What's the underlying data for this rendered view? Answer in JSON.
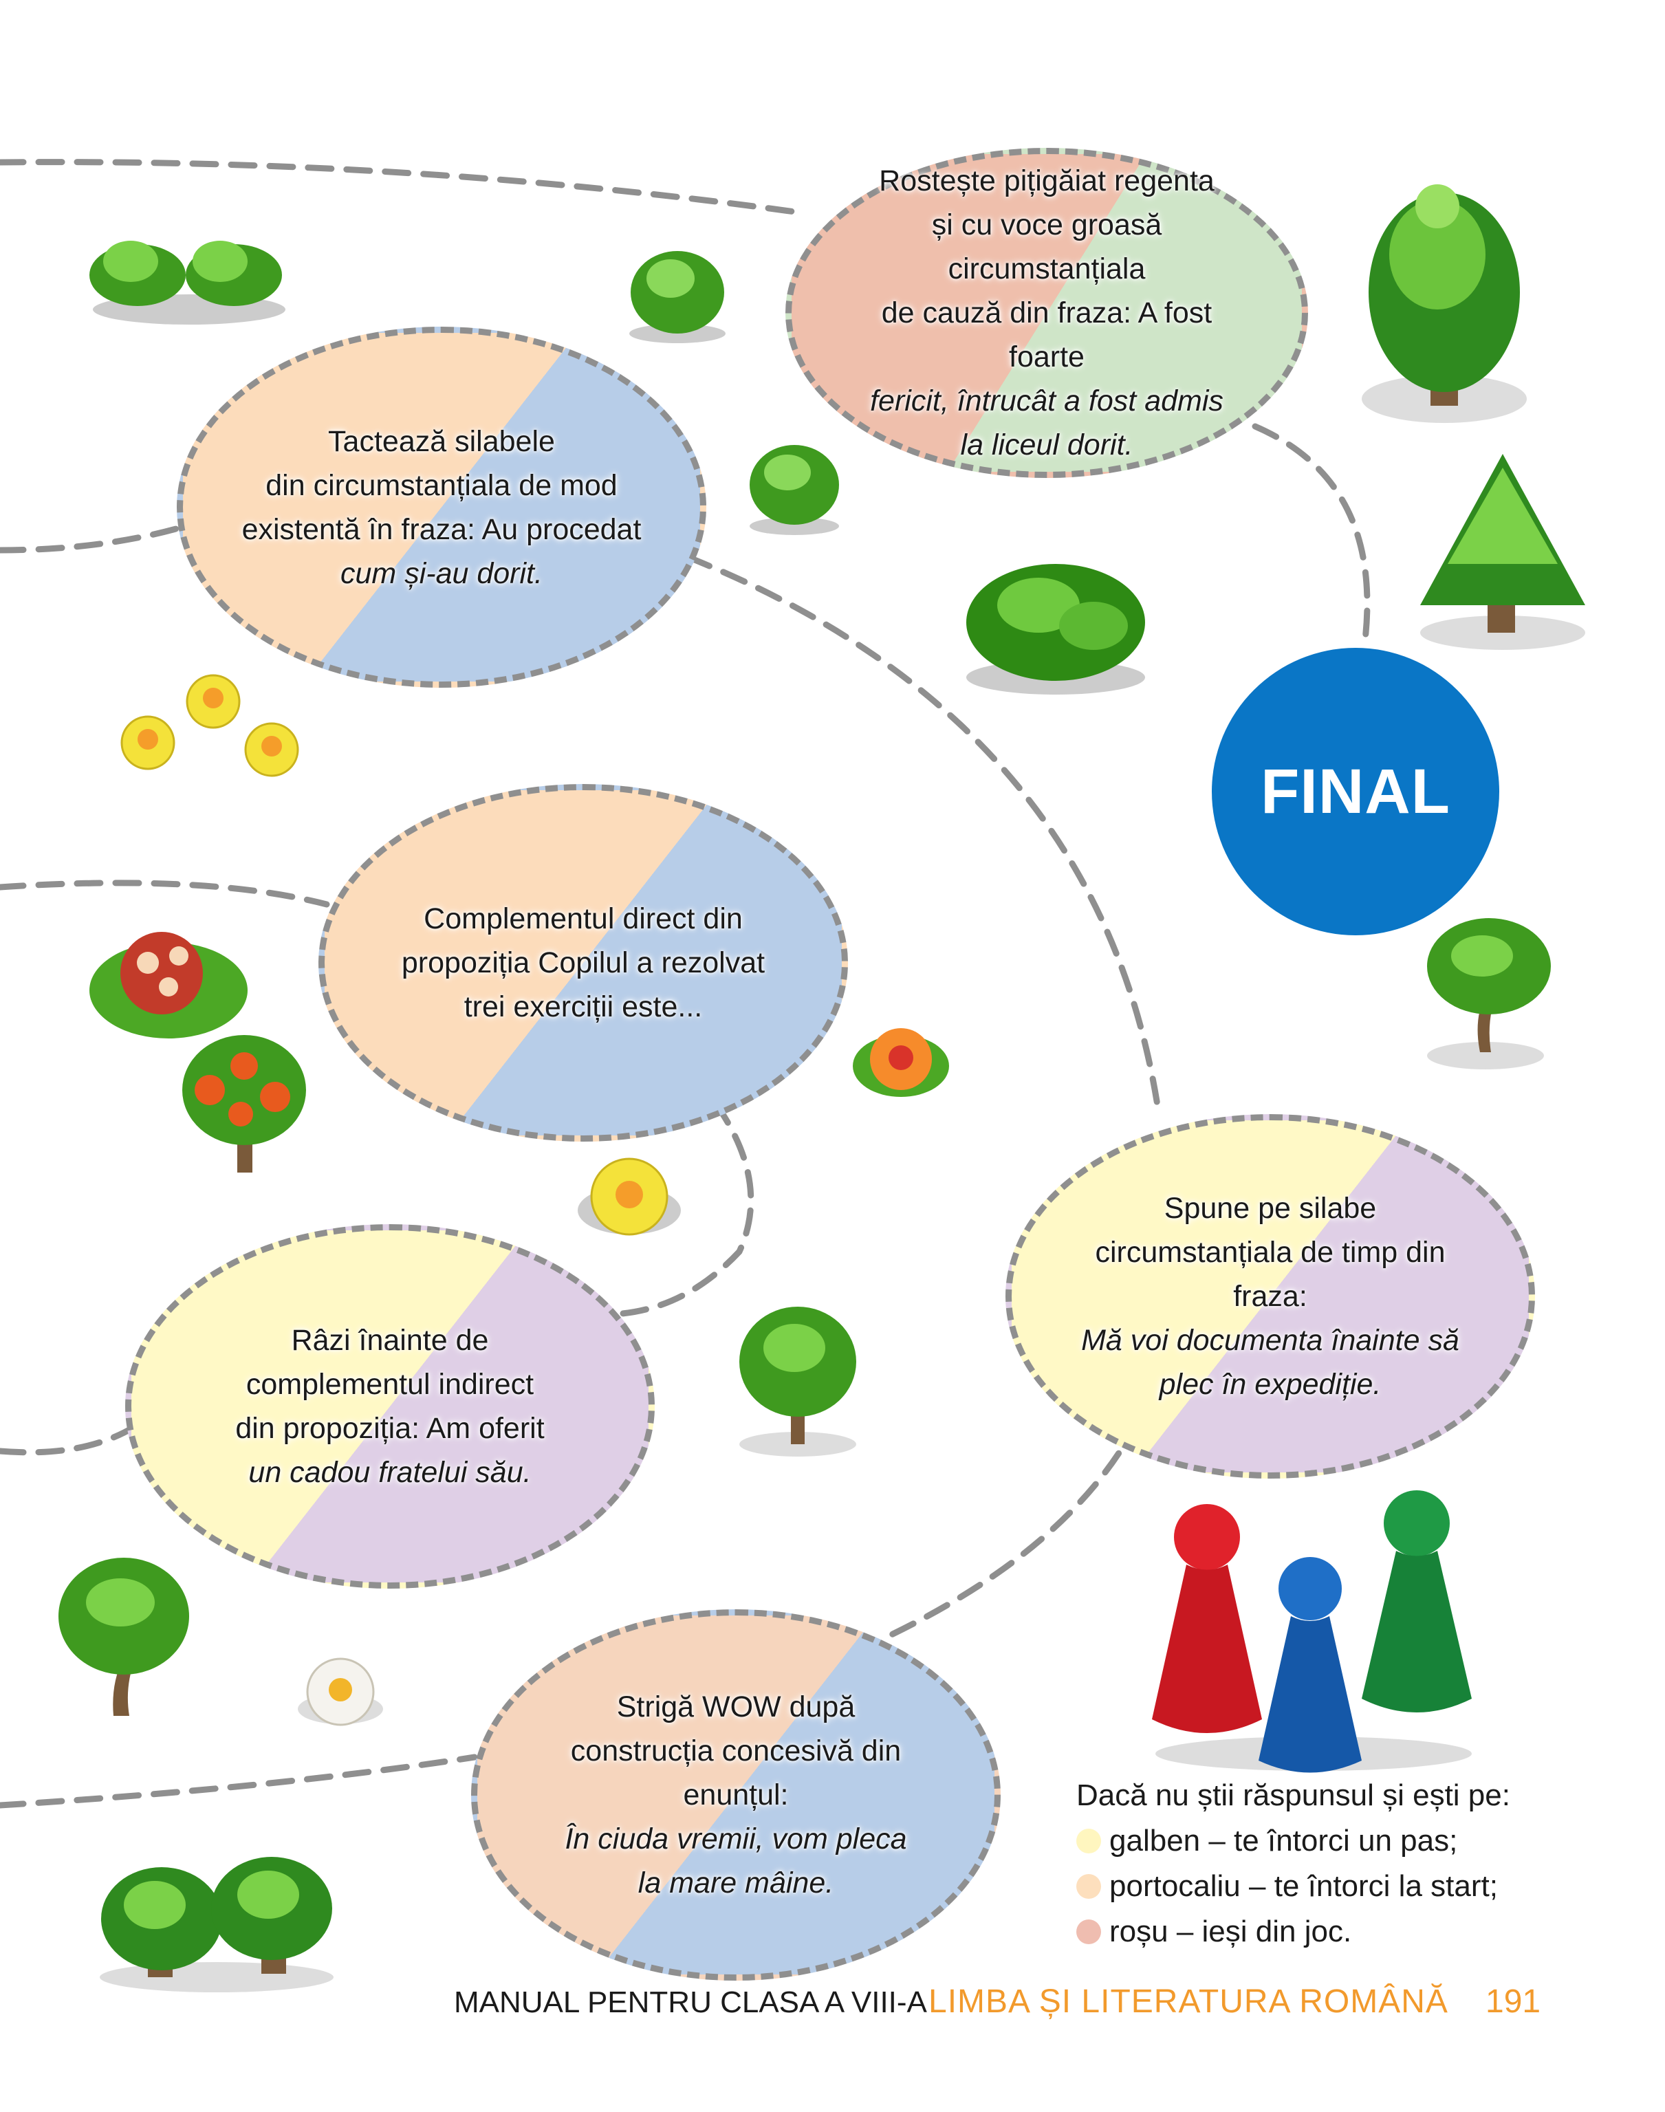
{
  "cards": [
    {
      "lines": [
        "Rostește pițigăiat regenta",
        "și cu voce groasă circumstanțiala",
        "de cauză din fraza: A fost foarte",
        "fericit, întrucât a fost admis",
        "la liceul dorit."
      ]
    },
    {
      "lines": [
        "Tactează silabele",
        "din circumstanțiala de mod",
        "existentă în fraza: Au procedat",
        "cum și-au dorit."
      ]
    },
    {
      "lines": [
        "Complementul direct din",
        "propoziția Copilul a rezolvat",
        "trei exerciții este..."
      ]
    },
    {
      "lines": [
        "Râzi înainte de",
        "complementul indirect",
        "din propoziția: Am oferit",
        "un cadou fratelui său."
      ]
    },
    {
      "lines": [
        "Spune pe silabe",
        "circumstanțiala de timp din fraza:",
        "Mă voi documenta înainte să",
        "plec în expediție."
      ]
    },
    {
      "lines": [
        "Strigă WOW după",
        "construcția concesivă din enunțul:",
        "În ciuda vremii, vom pleca",
        "la mare mâine."
      ]
    }
  ],
  "final_label": "FINAL",
  "legend": {
    "intro": "Dacă nu știi răspunsul și ești pe:",
    "items": [
      {
        "text": "galben – te întorci un pas;",
        "color": "#fff6bf"
      },
      {
        "text": "portocaliu – te întorci la start;",
        "color": "#fddfbd"
      },
      {
        "text": "roșu – ieși din joc.",
        "color": "#efbdb0"
      }
    ]
  },
  "footer": {
    "manual": "MANUAL PENTRU CLASA A VIII-A",
    "subject": "LIMBA ȘI LITERATURA ROMÂNĂ",
    "page": "191"
  },
  "colors": {
    "final_blue": "#0a76c6",
    "footer_orange": "#f29a2c",
    "path_gray": "#8f8f8f"
  },
  "icons": [
    "bush-icon",
    "tree-icon",
    "flower-icon",
    "game-pawn-icon"
  ]
}
